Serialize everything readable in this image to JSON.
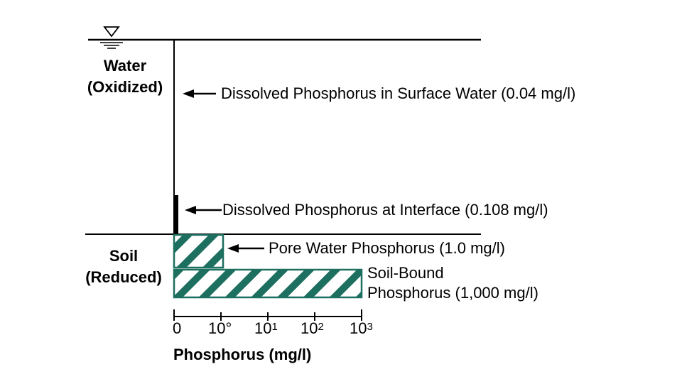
{
  "zones": {
    "water": {
      "line1": "Water",
      "line2": "(Oxidized)"
    },
    "soil": {
      "line1": "Soil",
      "line2": "(Reduced)"
    }
  },
  "callouts": {
    "surface_water": "Dissolved Phosphorus in Surface Water (0.04 mg/l)",
    "interface": "Dissolved Phosphorus at Interface (0.108 mg/l)",
    "pore_water": "Pore Water Phosphorus (1.0 mg/l)",
    "soil_bound_line1": "Soil-Bound",
    "soil_bound_line2": "Phosphorus (1,000 mg/l)"
  },
  "axis": {
    "title": "Phosphorus (mg/l)",
    "ticks": [
      {
        "base": "0",
        "exp": ""
      },
      {
        "base": "10°",
        "exp": ""
      },
      {
        "base": "10",
        "exp": "1"
      },
      {
        "base": "10",
        "exp": "2"
      },
      {
        "base": "10",
        "exp": "3"
      }
    ]
  },
  "values_mg_per_l": {
    "surface_water": 0.04,
    "interface": 0.108,
    "pore_water": 1.0,
    "soil_bound": 1000
  },
  "colors": {
    "line": "#000000",
    "hatch": "#1d6f5f"
  },
  "icons": {
    "water_surface": "water-level-triangle-icon"
  }
}
